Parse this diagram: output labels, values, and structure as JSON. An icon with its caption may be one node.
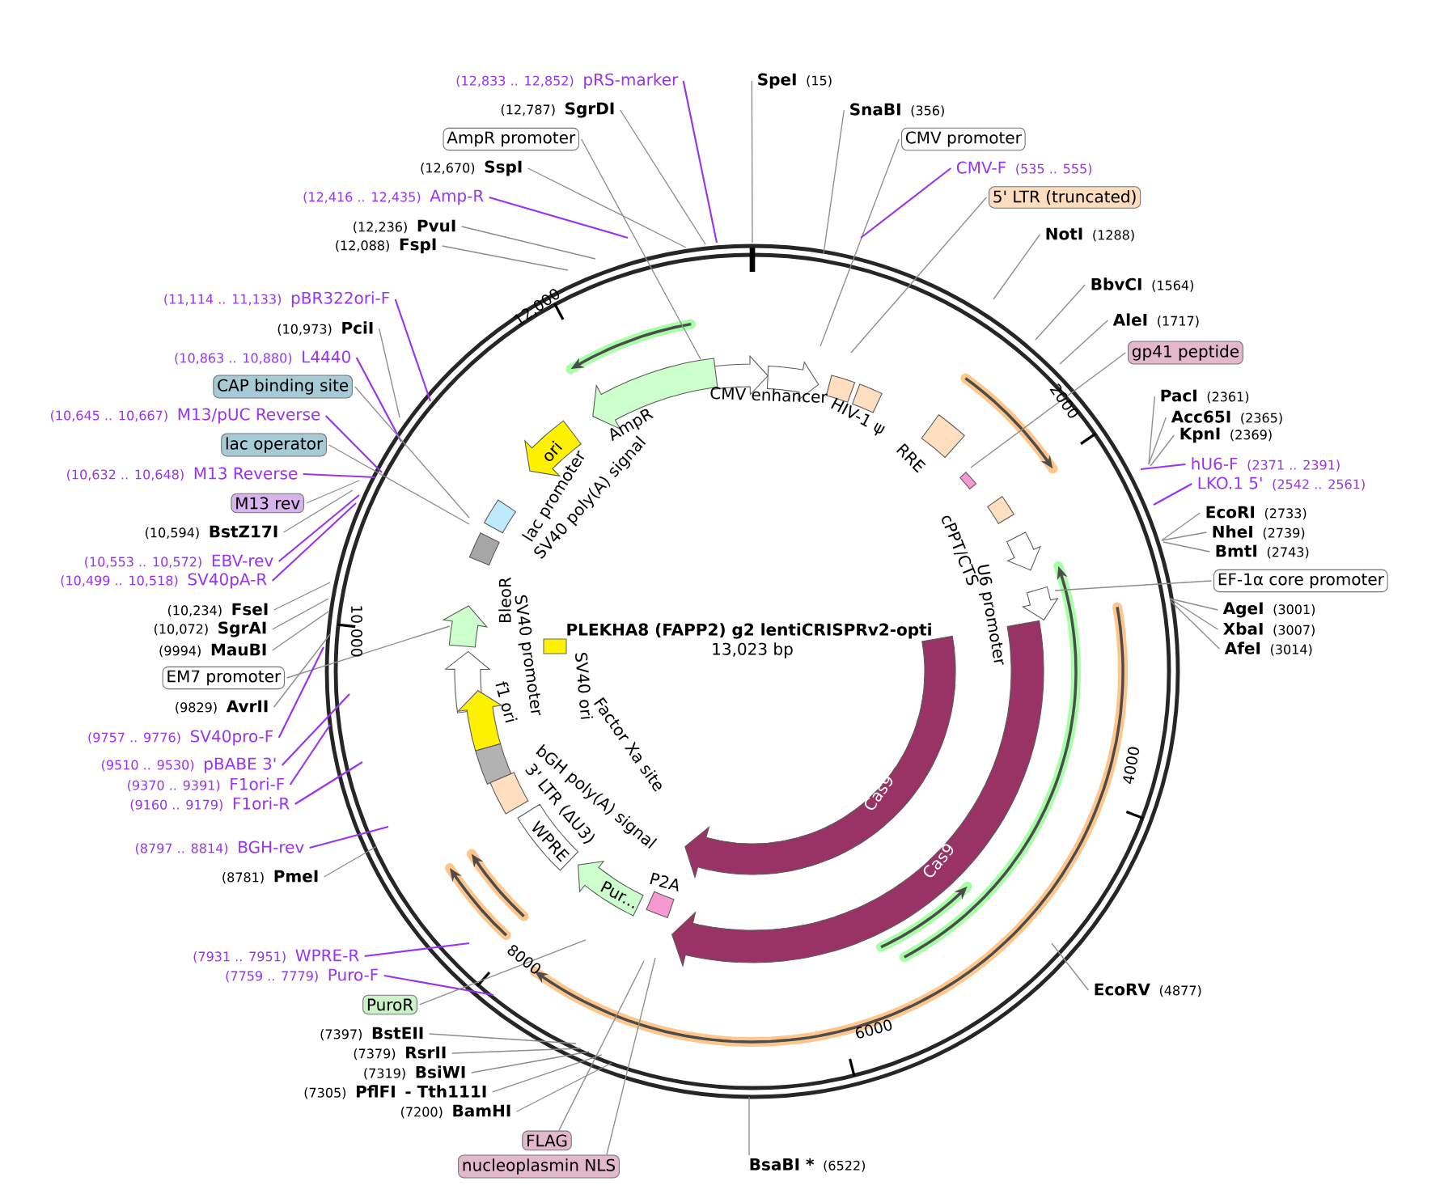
{
  "diagram": {
    "title": "PLEKHA8 (FAPP2) g2 lentiCRISPRv2-opti",
    "nodes": [
      {
        "text": [
          "(12,833 .. 12,852)",
          "pRS-marker"
        ]
      },
      {
        "text": [
          "(12,787)",
          "SgrDI"
        ]
      },
      {
        "text": [
          "AmpR promoter"
        ]
      },
      {
        "text": [
          "(12,670)",
          "SspI"
        ]
      },
      {
        "text": [
          "(12,416 .. 12,435)",
          "Amp-R"
        ]
      },
      {
        "text": [
          "(12,236)",
          "PvuI"
        ]
      },
      {
        "text": [
          "(12,088)",
          "FspI"
        ]
      },
      {
        "text": [
          "(11,114 .. 11,133)",
          "pBR322ori-F"
        ]
      },
      {
        "text": [
          "(10,973)",
          "PciI"
        ]
      },
      {
        "text": [
          "(10,863 .. 10,880)",
          "L4440"
        ]
      },
      {
        "text": [
          "CAP binding site"
        ]
      },
      {
        "text": [
          "(10,645 .. 10,667)",
          "M13/pUC Reverse"
        ]
      },
      {
        "text": [
          "lac operator"
        ]
      },
      {
        "text": [
          "(10,632 .. 10,648)",
          "M13 Reverse"
        ]
      },
      {
        "text": [
          "M13 rev"
        ]
      },
      {
        "text": [
          "(10,594)",
          "BstZ17I"
        ]
      },
      {
        "text": [
          "(10,553 .. 10,572)",
          "EBV-rev"
        ]
      },
      {
        "text": [
          "(10,499 .. 10,518)",
          "SV40pA-R"
        ]
      },
      {
        "text": [
          "(10,234)",
          "FseI"
        ]
      },
      {
        "text": [
          "(10,072)",
          "SgrAI"
        ]
      },
      {
        "text": [
          "(9994)",
          "MauBI"
        ]
      },
      {
        "text": [
          "EM7 promoter"
        ]
      },
      {
        "text": [
          "(9829)",
          "AvrII"
        ]
      },
      {
        "text": [
          "(9757 .. 9776)",
          "SV40pro-F"
        ]
      },
      {
        "text": [
          "(9510 .. 9530)",
          "pBABE 3'"
        ]
      },
      {
        "text": [
          "(9370 .. 9391)",
          "F1ori-F"
        ]
      },
      {
        "text": [
          "(9160 .. 9179)",
          "F1ori-R"
        ]
      },
      {
        "text": [
          "(8797 .. 8814)",
          "BGH-rev"
        ]
      },
      {
        "text": [
          "(8781)",
          "PmeI"
        ]
      },
      {
        "text": [
          "(7931 .. 7951)",
          "WPRE-R"
        ]
      },
      {
        "text": [
          "(7759 .. 7779)",
          "Puro-F"
        ]
      },
      {
        "text": [
          "PuroR"
        ]
      },
      {
        "text": [
          "(7397)",
          "BstEII"
        ]
      },
      {
        "text": [
          "(7379)",
          "RsrII"
        ]
      },
      {
        "text": [
          "(7319)",
          "BsiWI"
        ]
      },
      {
        "text": [
          "(7305)",
          "PflFI",
          "- Tth111I"
        ]
      },
      {
        "text": [
          "(7200)",
          "BamHI"
        ]
      },
      {
        "text": [
          "FLAG"
        ]
      },
      {
        "text": [
          "nucleoplasmin NLS"
        ]
      },
      {
        "text": [
          "SpeI",
          "(15)"
        ]
      },
      {
        "text": [
          "SnaBI",
          "(356)"
        ]
      },
      {
        "text": [
          "CMV promoter"
        ]
      },
      {
        "text": [
          "CMV-F",
          "(535 .. 555)"
        ]
      },
      {
        "text": [
          "5' LTR (truncated)"
        ]
      },
      {
        "text": [
          "NotI",
          "(1288)"
        ]
      },
      {
        "text": [
          "BbvCI",
          "(1564)"
        ]
      },
      {
        "text": [
          "AleI",
          "(1717)"
        ]
      },
      {
        "text": [
          "gp41 peptide"
        ]
      },
      {
        "text": [
          "PacI",
          "(2361)"
        ]
      },
      {
        "text": [
          "Acc65I",
          "(2365)"
        ]
      },
      {
        "text": [
          "KpnI",
          "(2369)"
        ]
      },
      {
        "text": [
          "hU6-F",
          "(2371 .. 2391)"
        ]
      },
      {
        "text": [
          "LKO.1 5'",
          "(2542 .. 2561)"
        ]
      },
      {
        "text": [
          "EcoRI",
          "(2733)"
        ]
      },
      {
        "text": [
          "NheI",
          "(2739)"
        ]
      },
      {
        "text": [
          "BmtI",
          "(2743)"
        ]
      },
      {
        "text": [
          "EF-1α core promoter"
        ]
      },
      {
        "text": [
          "AgeI",
          "(3001)"
        ]
      },
      {
        "text": [
          "XbaI",
          "(3007)"
        ]
      },
      {
        "text": [
          "AfeI",
          "(3014)"
        ]
      },
      {
        "text": [
          "EcoRV",
          "(4877)"
        ]
      },
      {
        "text": [
          "BsaBI *",
          "(6522)"
        ]
      }
    ],
    "edges": [
      {
        "from": 0,
        "to": null,
        "arrow": "none",
        "color": "#9933ee"
      },
      {
        "from": 1,
        "to": null,
        "arrow": "none"
      },
      {
        "from": 2,
        "to": null,
        "arrow": "none"
      },
      {
        "from": 3,
        "to": null,
        "arrow": "none"
      },
      {
        "from": 4,
        "to": null,
        "arrow": "none",
        "color": "#9933ee"
      },
      {
        "from": 5,
        "to": null,
        "arrow": "none"
      },
      {
        "from": 6,
        "to": null,
        "arrow": "none"
      },
      {
        "from": 7,
        "to": null,
        "arrow": "none",
        "color": "#9933ee"
      },
      {
        "from": 8,
        "to": null,
        "arrow": "none"
      },
      {
        "from": 9,
        "to": null,
        "arrow": "none",
        "color": "#9933ee"
      },
      {
        "from": 10,
        "to": null,
        "arrow": "none"
      },
      {
        "from": 11,
        "to": null,
        "arrow": "none",
        "color": "#9933ee"
      },
      {
        "from": 12,
        "to": null,
        "arrow": "none"
      },
      {
        "from": 13,
        "to": null,
        "arrow": "none",
        "color": "#9933ee"
      },
      {
        "from": 14,
        "to": null,
        "arrow": "none"
      },
      {
        "from": 15,
        "to": null,
        "arrow": "none"
      },
      {
        "from": 16,
        "to": null,
        "arrow": "none",
        "color": "#9933ee"
      },
      {
        "from": 17,
        "to": null,
        "arrow": "none",
        "color": "#9933ee"
      },
      {
        "from": 18,
        "to": null,
        "arrow": "none"
      },
      {
        "from": 19,
        "to": null,
        "arrow": "none"
      },
      {
        "from": 20,
        "to": null,
        "arrow": "none"
      },
      {
        "from": 21,
        "to": null,
        "arrow": "none"
      },
      {
        "from": 22,
        "to": null,
        "arrow": "none"
      },
      {
        "from": 23,
        "to": null,
        "arrow": "none",
        "color": "#9933ee"
      },
      {
        "from": 24,
        "to": null,
        "arrow": "none",
        "color": "#9933ee"
      },
      {
        "from": 25,
        "to": null,
        "arrow": "none",
        "color": "#9933ee"
      },
      {
        "from": 26,
        "to": null,
        "arrow": "none",
        "color": "#9933ee"
      },
      {
        "from": 27,
        "to": null,
        "arrow": "none",
        "color": "#9933ee"
      },
      {
        "from": 28,
        "to": null,
        "arrow": "none"
      },
      {
        "from": 29,
        "to": null,
        "arrow": "none",
        "color": "#9933ee"
      },
      {
        "from": 30,
        "to": null,
        "arrow": "none",
        "color": "#9933ee"
      },
      {
        "from": 31,
        "to": null,
        "arrow": "none"
      },
      {
        "from": 32,
        "to": null,
        "arrow": "none"
      },
      {
        "from": 33,
        "to": null,
        "arrow": "none"
      },
      {
        "from": 34,
        "to": null,
        "arrow": "none"
      },
      {
        "from": 35,
        "to": null,
        "arrow": "none"
      },
      {
        "from": 36,
        "to": null,
        "arrow": "none"
      },
      {
        "from": 37,
        "to": null,
        "arrow": "none"
      },
      {
        "from": 38,
        "to": null,
        "arrow": "none"
      },
      {
        "from": 39,
        "to": null,
        "arrow": "none"
      },
      {
        "from": 40,
        "to": null,
        "arrow": "none"
      },
      {
        "from": 41,
        "to": null,
        "arrow": "none"
      },
      {
        "from": 42,
        "to": null,
        "arrow": "none",
        "color": "#9933ee"
      },
      {
        "from": 43,
        "to": null,
        "arrow": "none"
      },
      {
        "from": 44,
        "to": null,
        "arrow": "none"
      },
      {
        "from": 45,
        "to": null,
        "arrow": "none"
      },
      {
        "from": 46,
        "to": null,
        "arrow": "none"
      },
      {
        "from": 47,
        "to": null,
        "arrow": "none"
      },
      {
        "from": 48,
        "to": null,
        "arrow": "none"
      },
      {
        "from": 49,
        "to": null,
        "arrow": "none"
      },
      {
        "from": 50,
        "to": null,
        "arrow": "none"
      },
      {
        "from": 51,
        "to": null,
        "arrow": "none",
        "color": "#9933ee"
      },
      {
        "from": 52,
        "to": null,
        "arrow": "none",
        "color": "#9933ee"
      },
      {
        "from": 53,
        "to": null,
        "arrow": "none"
      },
      {
        "from": 54,
        "to": null,
        "arrow": "none"
      },
      {
        "from": 55,
        "to": null,
        "arrow": "none"
      },
      {
        "from": 56,
        "to": null,
        "arrow": "none"
      },
      {
        "from": 57,
        "to": null,
        "arrow": "none"
      },
      {
        "from": 58,
        "to": null,
        "arrow": "none"
      },
      {
        "from": 59,
        "to": null,
        "arrow": "none"
      },
      {
        "from": 60,
        "to": null,
        "arrow": "none"
      },
      {
        "from": 61,
        "to": null,
        "arrow": "none"
      }
    ],
    "labels": [
      "13,023 bp",
      "12,000",
      "2000",
      "4000",
      "6000",
      "8000",
      "10,000",
      "CMV enhancer",
      "HIV-1 ψ",
      "RRE",
      "cPPT/CTS",
      "U6 promoter",
      "Cas9",
      "Cas9",
      "AmpR",
      "ori",
      "lac promoter",
      "SV40 poly(A) signal",
      "BleoR",
      "SV40 promoter",
      "f1 ori",
      "SV40 ori",
      "Factor Xa site",
      "bGH poly(A) signal",
      "3' LTR (ΔU3)",
      "WPRE",
      "Pur...",
      "P2A"
    ]
  }
}
